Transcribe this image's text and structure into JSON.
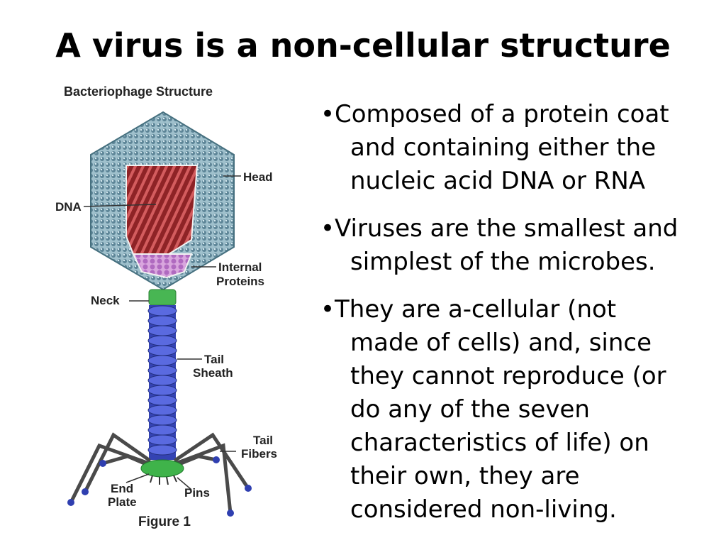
{
  "slide": {
    "title": "A virus is a non-cellular structure"
  },
  "figure": {
    "heading": "Bacteriophage Structure",
    "caption": "Figure 1",
    "labels": {
      "head": "Head",
      "dna": "DNA",
      "internal_proteins_1": "Internal",
      "internal_proteins_2": "Proteins",
      "neck": "Neck",
      "tail_sheath_1": "Tail",
      "tail_sheath_2": "Sheath",
      "tail_fibers_1": "Tail",
      "tail_fibers_2": "Fibers",
      "end_plate_1": "End",
      "end_plate_2": "Plate",
      "pins": "Pins"
    },
    "colors": {
      "capsid": "#7fa7b8",
      "dna": "#b2373a",
      "proteins": "#c27ac9",
      "neck": "#3fb34a",
      "sheath": "#3e4fc4",
      "fibers": "#555555"
    }
  },
  "bullets": [
    {
      "marker": "•",
      "lines": [
        "Composed of a protein coat",
        "and containing either the",
        "nucleic acid DNA or RNA"
      ]
    },
    {
      "marker": "•",
      "lines": [
        "Viruses are the smallest and",
        "simplest of the microbes."
      ]
    },
    {
      "marker": "•",
      "lines": [
        "They are a-cellular (not",
        "made of cells) and, since",
        "they cannot reproduce (or",
        "do any of the seven",
        "characteristics of life) on",
        "their own, they are",
        "considered non-living."
      ]
    }
  ]
}
